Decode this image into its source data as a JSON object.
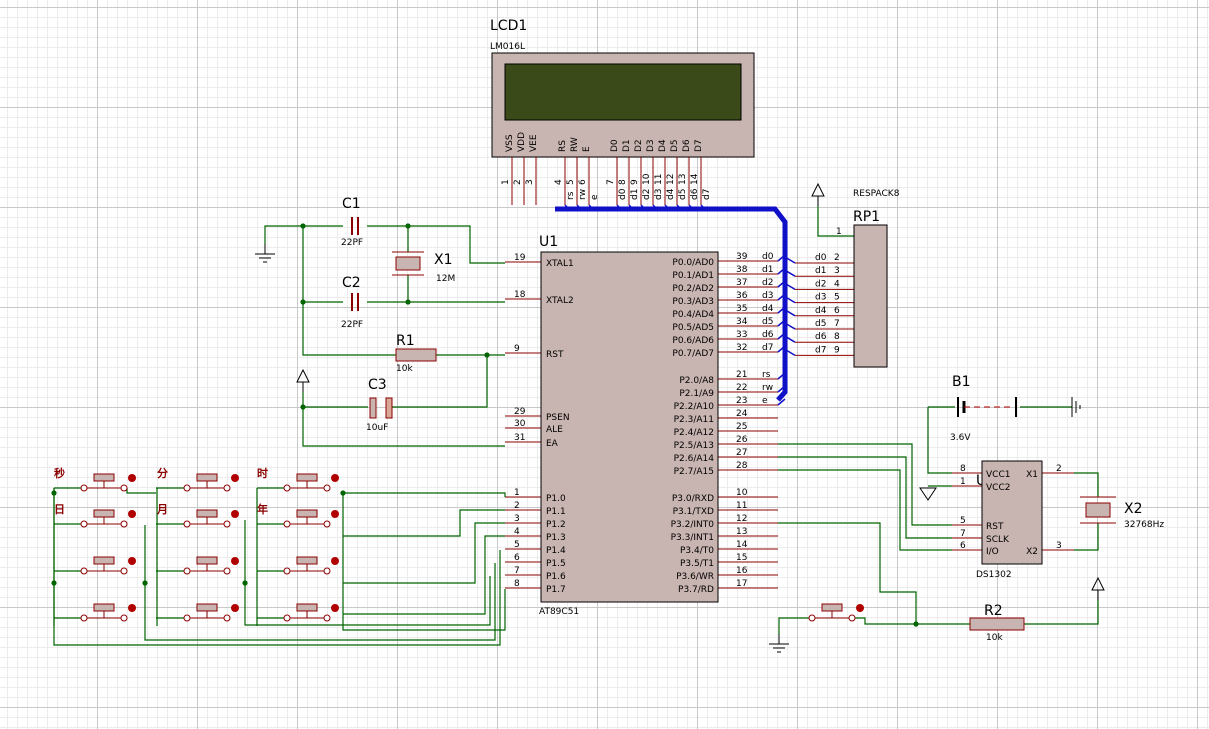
{
  "lcd": {
    "ref": "LCD1",
    "part": "LM016L",
    "pin_names": [
      "VSS",
      "VDD",
      "VEE",
      "RS",
      "RW",
      "E",
      "D0",
      "D1",
      "D2",
      "D3",
      "D4",
      "D5",
      "D6",
      "D7"
    ],
    "pin_numbers": [
      "1",
      "2",
      "3",
      "4",
      "5",
      "6",
      "7",
      "8",
      "9",
      "10",
      "11",
      "12",
      "13",
      "14"
    ],
    "net_labels": [
      "rs",
      "rw",
      "e",
      "d0",
      "d1",
      "d2",
      "d3",
      "d4",
      "d5",
      "d6",
      "d7"
    ]
  },
  "mcu": {
    "ref": "U1",
    "part": "AT89C51",
    "left_pins": [
      {
        "num": "19",
        "name": "XTAL1"
      },
      {
        "num": "18",
        "name": "XTAL2"
      },
      {
        "num": "9",
        "name": "RST"
      },
      {
        "num": "29",
        "name": "PSEN"
      },
      {
        "num": "30",
        "name": "ALE"
      },
      {
        "num": "31",
        "name": "EA"
      },
      {
        "num": "1",
        "name": "P1.0"
      },
      {
        "num": "2",
        "name": "P1.1"
      },
      {
        "num": "3",
        "name": "P1.2"
      },
      {
        "num": "4",
        "name": "P1.3"
      },
      {
        "num": "5",
        "name": "P1.4"
      },
      {
        "num": "6",
        "name": "P1.5"
      },
      {
        "num": "7",
        "name": "P1.6"
      },
      {
        "num": "8",
        "name": "P1.7"
      }
    ],
    "right_pins": [
      {
        "num": "39",
        "name": "P0.0/AD0",
        "net": "d0"
      },
      {
        "num": "38",
        "name": "P0.1/AD1",
        "net": "d1"
      },
      {
        "num": "37",
        "name": "P0.2/AD2",
        "net": "d2"
      },
      {
        "num": "36",
        "name": "P0.3/AD3",
        "net": "d3"
      },
      {
        "num": "35",
        "name": "P0.4/AD4",
        "net": "d4"
      },
      {
        "num": "34",
        "name": "P0.5/AD5",
        "net": "d5"
      },
      {
        "num": "33",
        "name": "P0.6/AD6",
        "net": "d6"
      },
      {
        "num": "32",
        "name": "P0.7/AD7",
        "net": "d7"
      },
      {
        "num": "21",
        "name": "P2.0/A8",
        "net": "rs"
      },
      {
        "num": "22",
        "name": "P2.1/A9",
        "net": "rw"
      },
      {
        "num": "23",
        "name": "P2.2/A10",
        "net": "e"
      },
      {
        "num": "24",
        "name": "P2.3/A11",
        "net": ""
      },
      {
        "num": "25",
        "name": "P2.4/A12",
        "net": ""
      },
      {
        "num": "26",
        "name": "P2.5/A13",
        "net": ""
      },
      {
        "num": "27",
        "name": "P2.6/A14",
        "net": ""
      },
      {
        "num": "28",
        "name": "P2.7/A15",
        "net": ""
      },
      {
        "num": "10",
        "name": "P3.0/RXD",
        "net": ""
      },
      {
        "num": "11",
        "name": "P3.1/TXD",
        "net": ""
      },
      {
        "num": "12",
        "name": "P3.2/INT0",
        "net": ""
      },
      {
        "num": "13",
        "name": "P3.3/INT1",
        "net": ""
      },
      {
        "num": "14",
        "name": "P3.4/T0",
        "net": ""
      },
      {
        "num": "15",
        "name": "P3.5/T1",
        "net": ""
      },
      {
        "num": "16",
        "name": "P3.6/WR",
        "net": ""
      },
      {
        "num": "17",
        "name": "P3.7/RD",
        "net": ""
      }
    ]
  },
  "rp1": {
    "ref": "RP1",
    "part": "RESPACK8",
    "pins": [
      "1",
      "2",
      "3",
      "4",
      "5",
      "6",
      "7",
      "8",
      "9"
    ],
    "nets": [
      "d0",
      "d1",
      "d2",
      "d3",
      "d4",
      "d5",
      "d6",
      "d7"
    ]
  },
  "c1": {
    "ref": "C1",
    "value": "22PF"
  },
  "c2": {
    "ref": "C2",
    "value": "22PF"
  },
  "c3": {
    "ref": "C3",
    "value": "10uF"
  },
  "r1": {
    "ref": "R1",
    "value": "10k"
  },
  "r2": {
    "ref": "R2",
    "value": "10k"
  },
  "x1": {
    "ref": "X1",
    "value": "12M"
  },
  "x2": {
    "ref": "X2",
    "value": "32768Hz"
  },
  "b1": {
    "ref": "B1",
    "value": "3.6V"
  },
  "u2": {
    "ref": "U2",
    "part": "DS1302",
    "pins": [
      {
        "num": "8",
        "name": "VCC1"
      },
      {
        "num": "1",
        "name": "VCC2"
      },
      {
        "num": "5",
        "name": "RST"
      },
      {
        "num": "7",
        "name": "SCLK"
      },
      {
        "num": "6",
        "name": "I/O"
      },
      {
        "num": "2",
        "name": "X1"
      },
      {
        "num": "3",
        "name": "X2"
      }
    ]
  },
  "keypad": {
    "labels": [
      "秒",
      "分",
      "时",
      "日",
      "月",
      "年"
    ]
  },
  "colors": {
    "wire": "#006400",
    "bus": "#1010c8",
    "body": "#c8b4b0",
    "outline": "#8b0000",
    "lcd_screen": "#3a4a18"
  }
}
